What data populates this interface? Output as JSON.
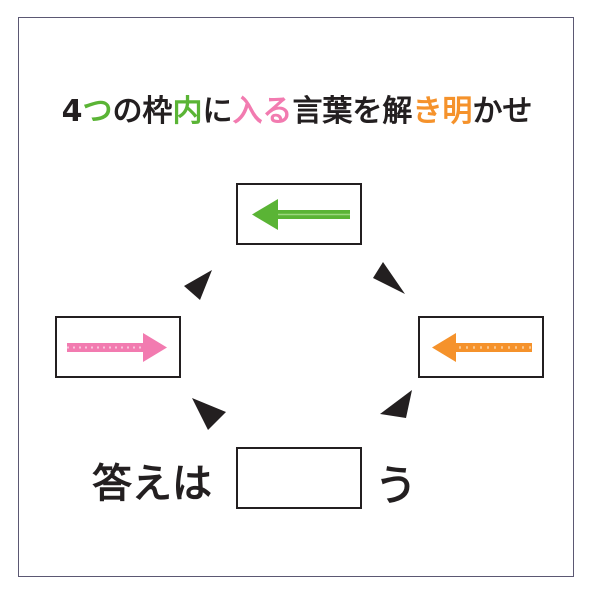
{
  "puzzle": {
    "title_parts": [
      {
        "text": "4",
        "color": "#231f20"
      },
      {
        "text": "つ",
        "color": "#5ab435"
      },
      {
        "text": "の枠",
        "color": "#231f20"
      },
      {
        "text": "内",
        "color": "#5ab435"
      },
      {
        "text": "に",
        "color": "#231f20"
      },
      {
        "text": "入る",
        "color": "#f27bb0"
      },
      {
        "text": "言葉を解",
        "color": "#231f20"
      },
      {
        "text": "き明",
        "color": "#f5922b"
      },
      {
        "text": "かせ",
        "color": "#231f20"
      }
    ],
    "boxes": [
      {
        "position": "top",
        "arrow": "left",
        "arrow_color": "#5ab435"
      },
      {
        "position": "left",
        "arrow": "right",
        "arrow_color": "#f27bb0"
      },
      {
        "position": "right",
        "arrow": "left",
        "arrow_color": "#f5922b"
      },
      {
        "position": "bottom",
        "arrow": "none",
        "arrow_color": ""
      }
    ],
    "answer_prefix": "答えは",
    "answer_suffix": "う"
  }
}
